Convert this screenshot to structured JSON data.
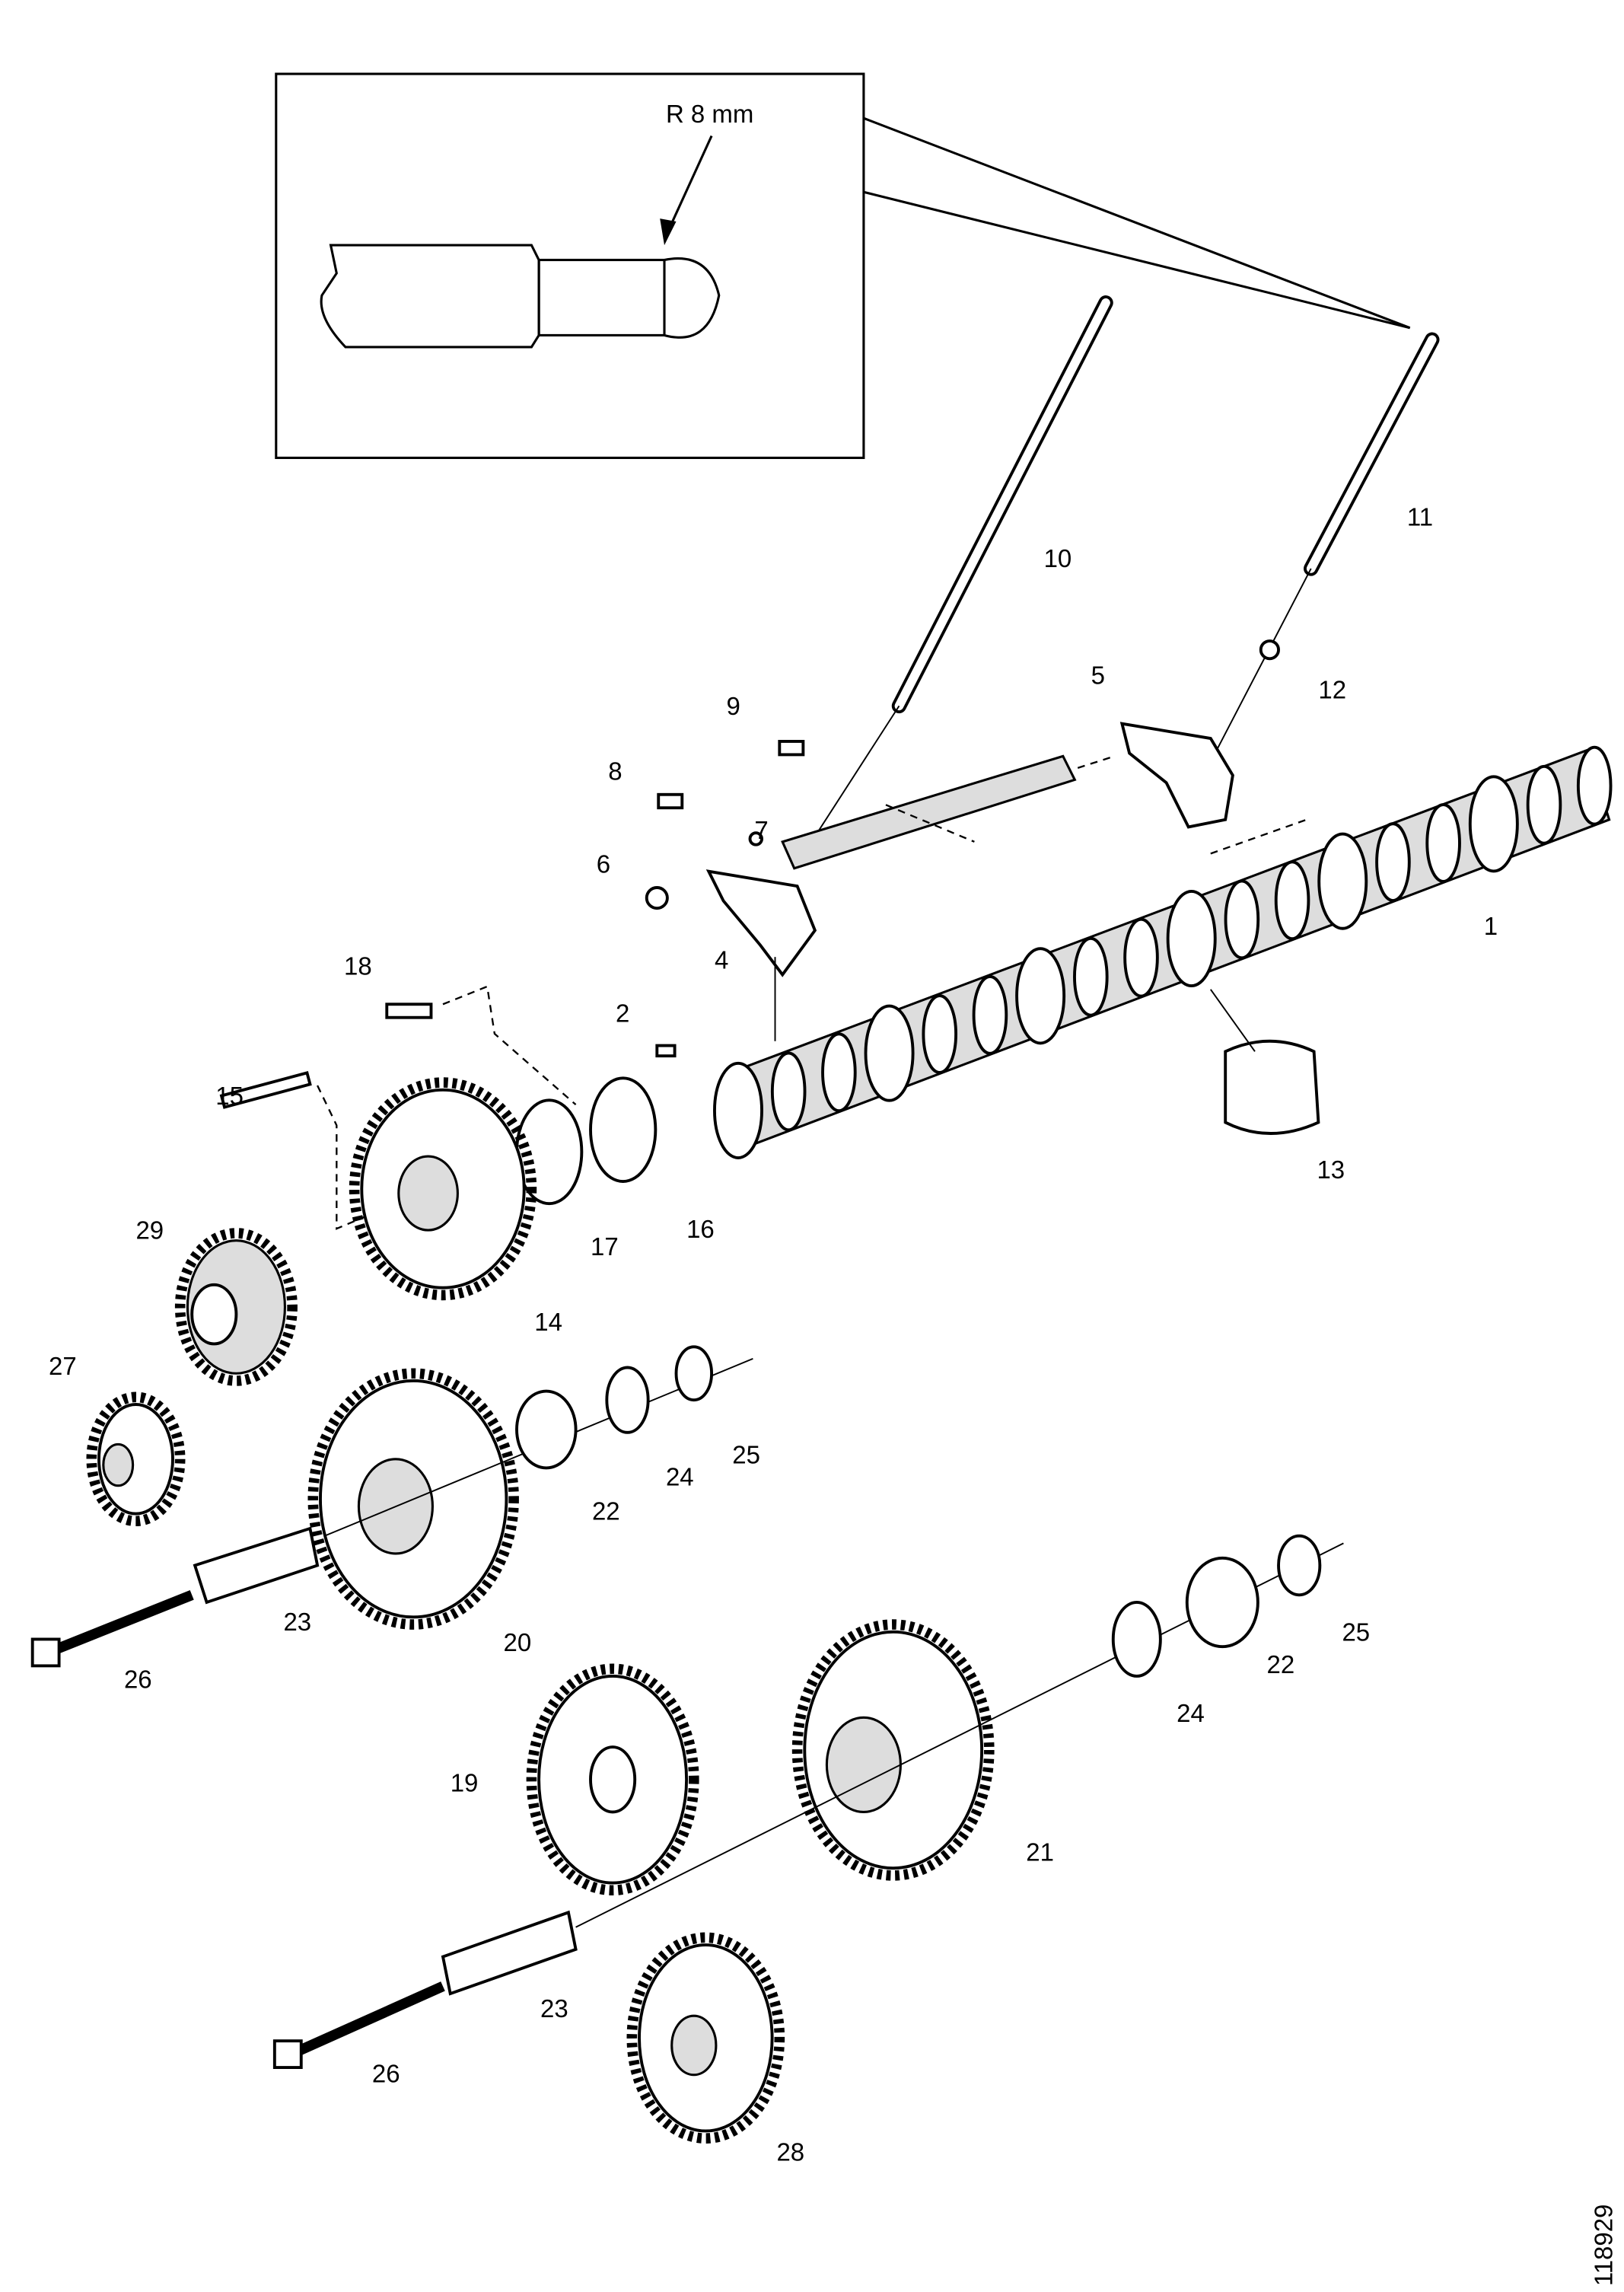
{
  "detail_callout": {
    "dimension_label": "R 8 mm"
  },
  "figure_id": "118929",
  "part_labels": {
    "p1": "1",
    "p2": "2",
    "p4": "4",
    "p5": "5",
    "p6": "6",
    "p7": "7",
    "p8": "8",
    "p9": "9",
    "p10": "10",
    "p11": "11",
    "p12": "12",
    "p13": "13",
    "p14": "14",
    "p15": "15",
    "p16": "16",
    "p17": "17",
    "p18": "18",
    "p19": "19",
    "p20": "20",
    "p21": "21",
    "p22a": "22",
    "p22b": "22",
    "p23a": "23",
    "p23b": "23",
    "p24a": "24",
    "p24b": "24",
    "p25a": "25",
    "p25b": "25",
    "p26a": "26",
    "p26b": "26",
    "p27": "27",
    "p28": "28",
    "p29": "29"
  }
}
